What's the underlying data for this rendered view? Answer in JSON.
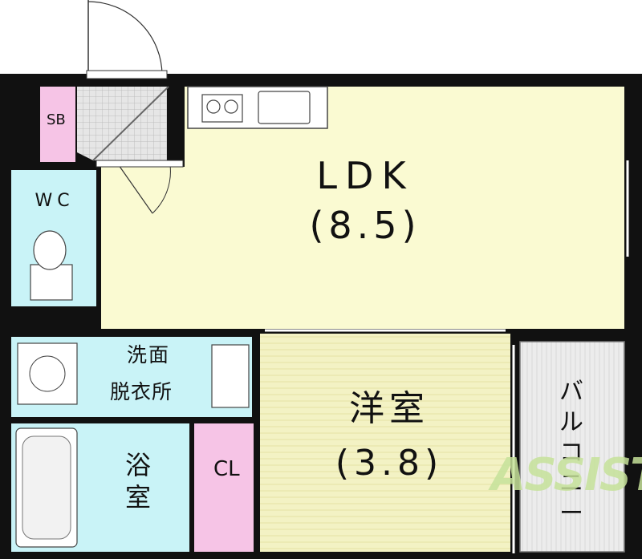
{
  "rooms": {
    "ldk": {
      "name": "LDK",
      "size": "(8.5)"
    },
    "western_room": {
      "name": "洋室",
      "size": "(3.8)"
    },
    "storage_box": {
      "label": "SB"
    },
    "toilet": {
      "label": "WC"
    },
    "washroom": {
      "line1": "洗面",
      "line2": "脱衣所"
    },
    "bathroom": {
      "label": "浴室"
    },
    "closet": {
      "label": "CL"
    },
    "balcony": {
      "label": "バルコニー"
    }
  },
  "watermark": {
    "text": "ASSIST"
  },
  "colors": {
    "ldk": "#fafad2",
    "western_room": "#f3f2c4",
    "wet_areas": "#c9f3f7",
    "storage": "#f6c4e6",
    "balcony": "#ededed",
    "entrance": "#d0d0d0",
    "walls": "#111111"
  }
}
